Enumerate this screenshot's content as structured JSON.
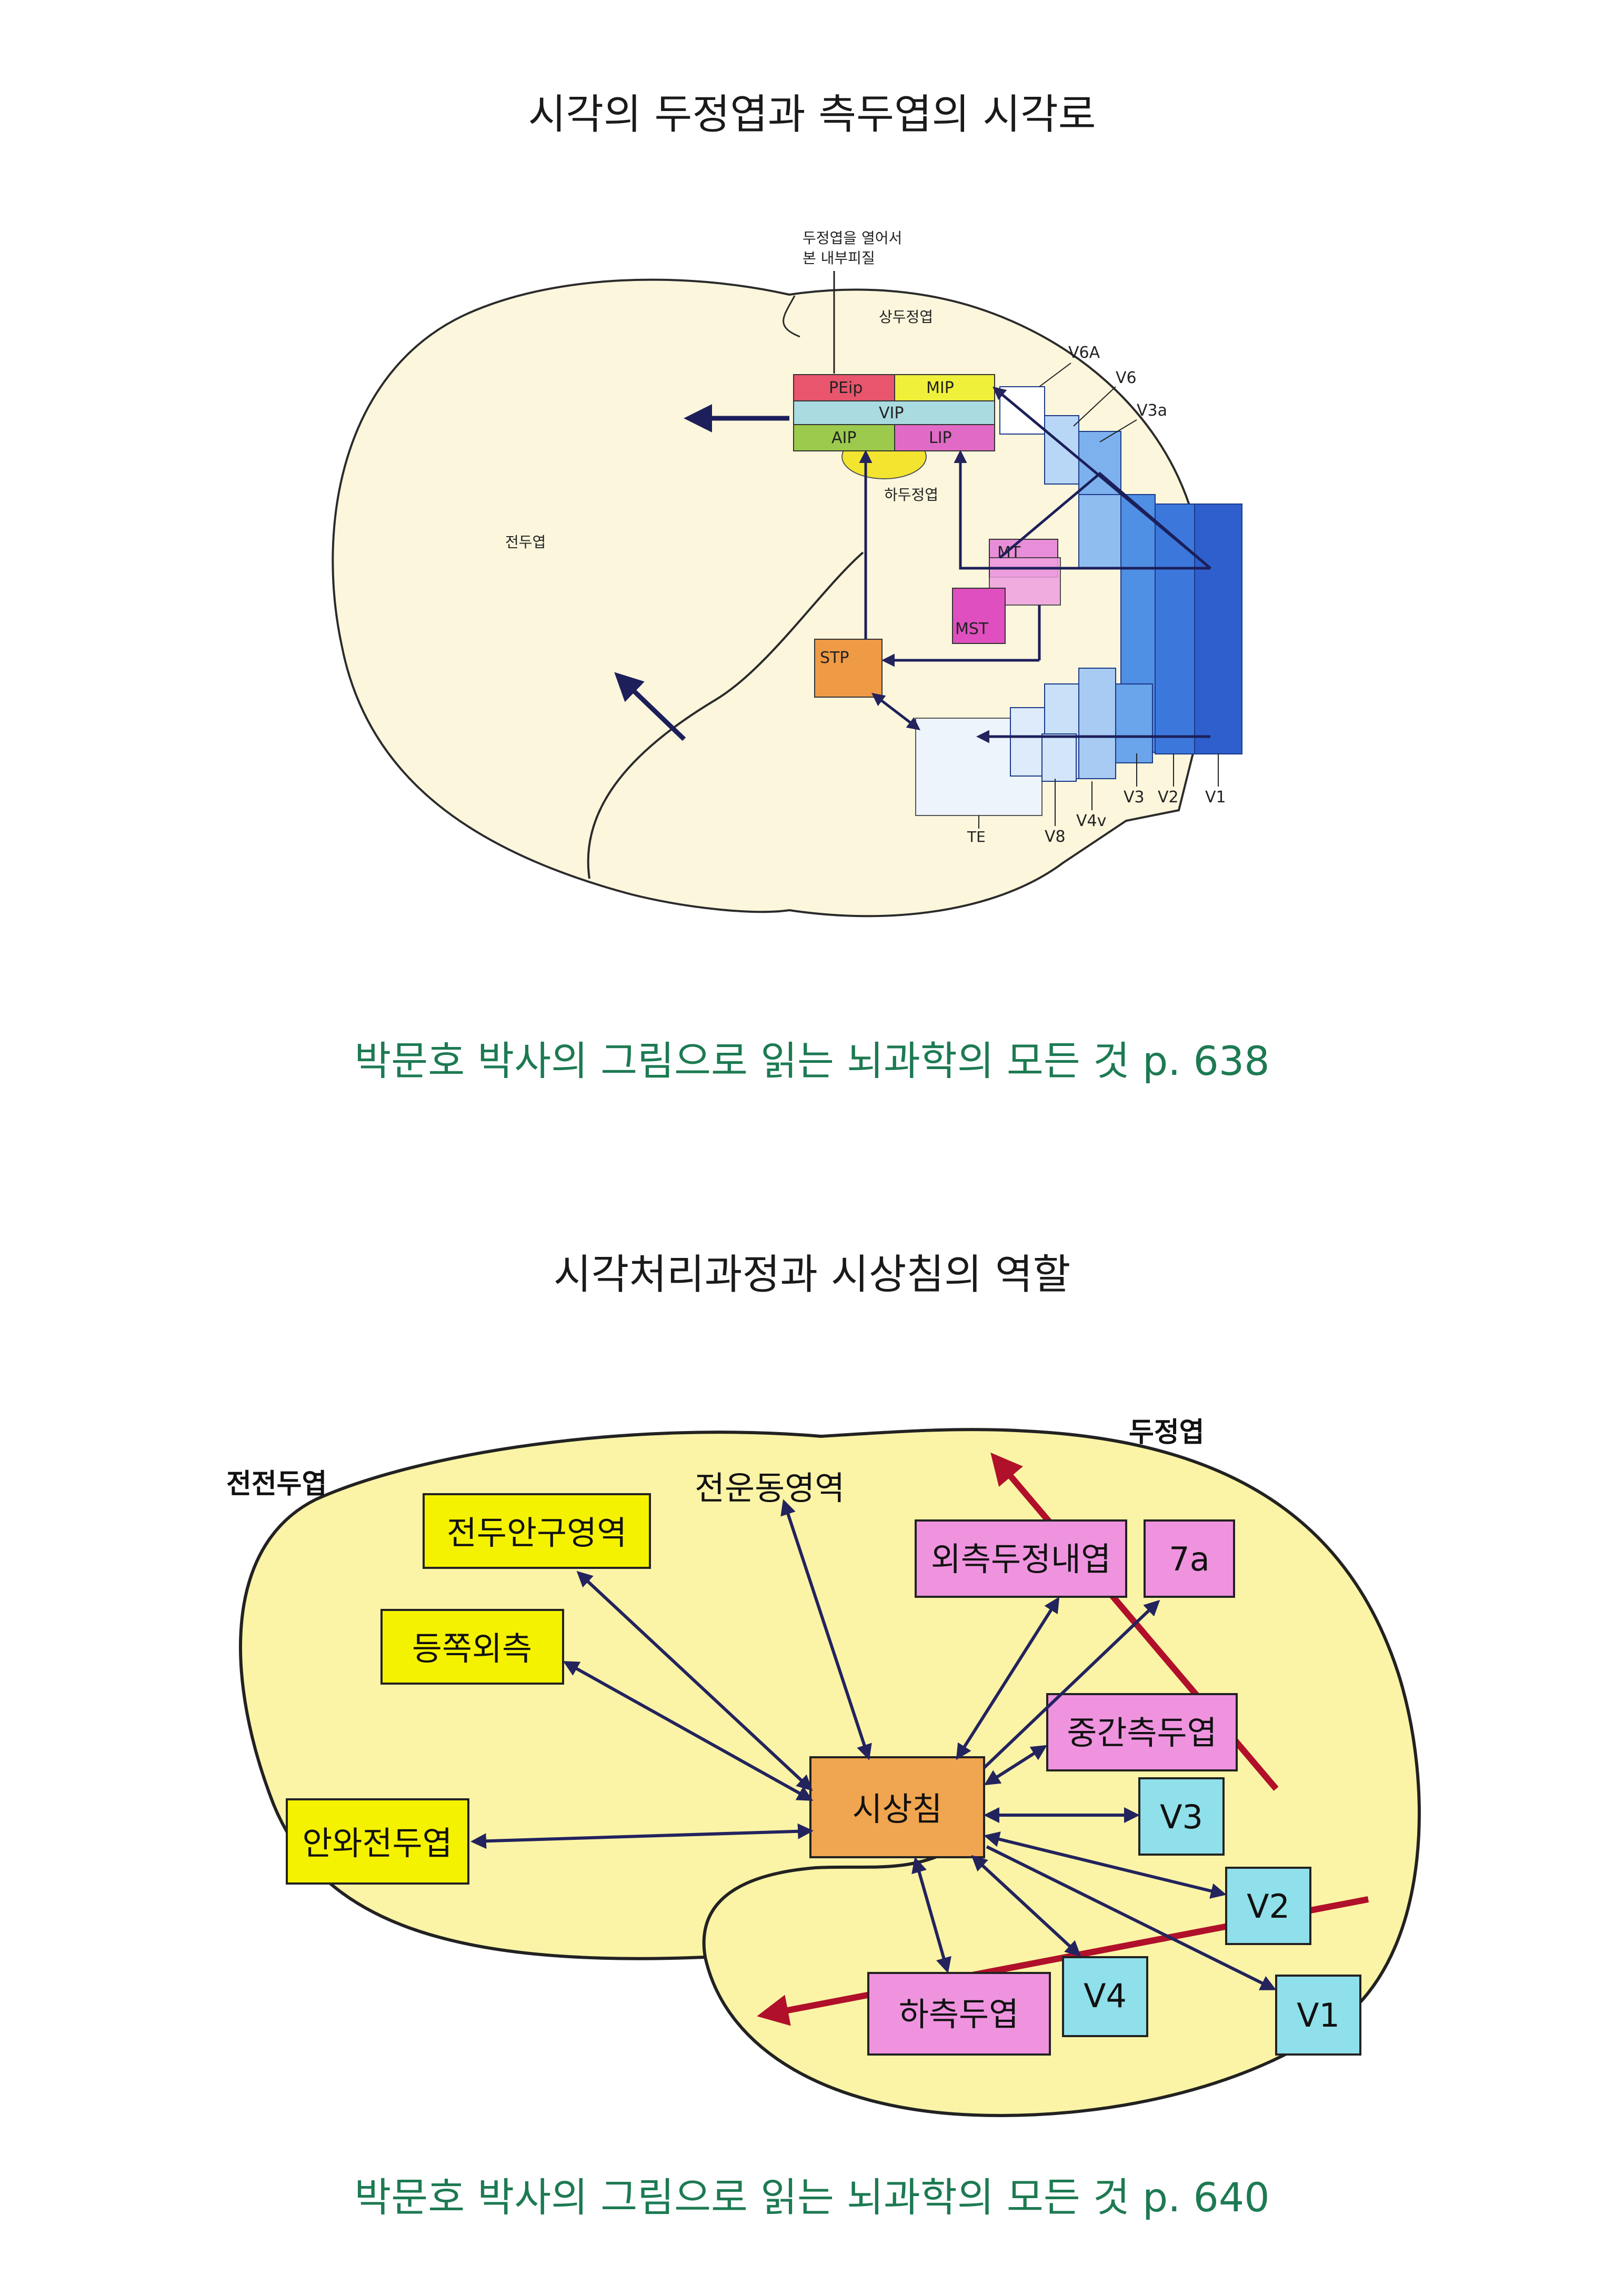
{
  "diagram1": {
    "heading": "시각의 두정엽과 측두엽의 시각로",
    "caption": "박문호 박사의 그림으로 읽는 뇌과학의 모든 것 p.  638",
    "labels": {
      "intraparietal": "두정엽을 열어서",
      "intraparietal2": "본 내부피질",
      "superior_parietal": "상두정엽",
      "inferior_parietal": "하두정엽",
      "frontal": "전두엽"
    },
    "areas": {
      "peip": "PEip",
      "mip": "MIP",
      "vip": "VIP",
      "aip": "AIP",
      "lip": "LIP",
      "mt": "MT",
      "mst": "MST",
      "stp": "STP",
      "te": "TE",
      "v6a": "V6A",
      "v6": "V6",
      "v3a": "V3a",
      "v3": "V3",
      "v2": "V2",
      "v1": "V1",
      "v8": "V8",
      "v4v": "V4v"
    }
  },
  "diagram2": {
    "heading": "시각처리과정과 시상침의 역할",
    "caption": "박문호 박사의 그림으로 읽는 뇌과학의 모든 것 p.  640",
    "labels": {
      "parietal": "두정엽",
      "prefrontal": "전전두엽",
      "premotor": "전운동영역"
    },
    "boxes": {
      "pulvinar": "시상침",
      "frontal_sulcus": "전두안구영역",
      "dorsolateral": "등쪽외측",
      "orbitofrontal": "안와전두엽",
      "lateral_intraparietal": "외측두정내엽",
      "area7a": "7a",
      "middle_temporal": "중간측두엽",
      "v3": "V3",
      "v2": "V2",
      "v1": "V1",
      "v4": "V4",
      "inferior_temporal": "하측두엽"
    }
  }
}
